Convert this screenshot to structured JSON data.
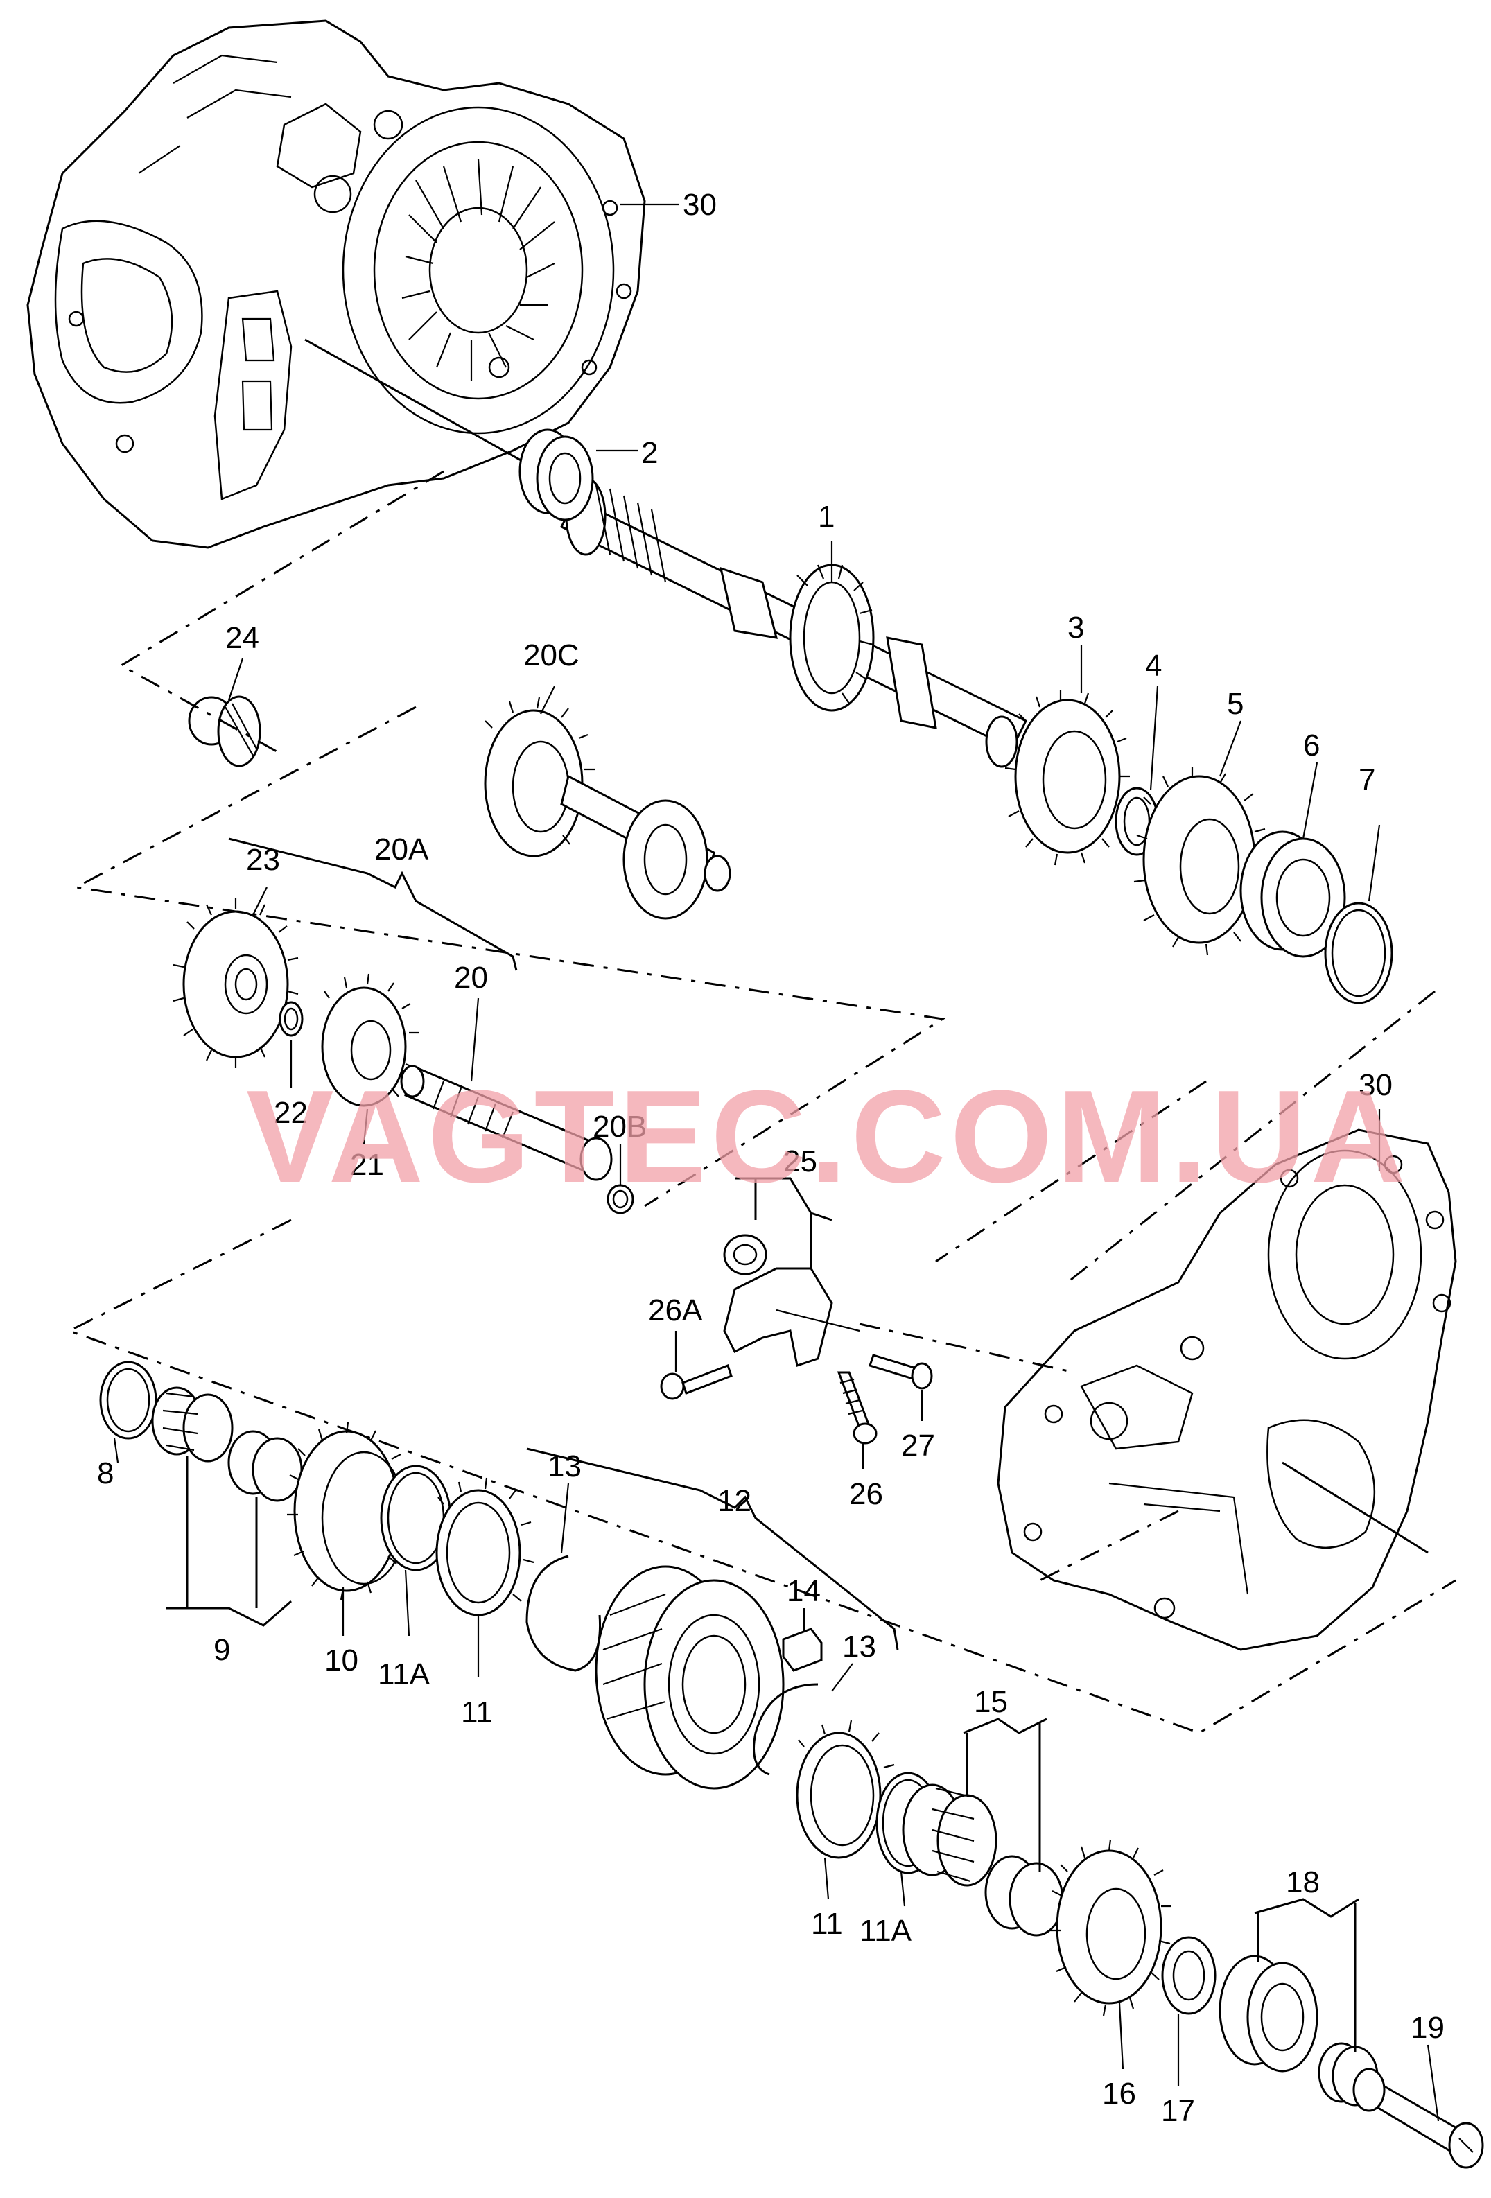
{
  "watermark": "VAGTEC.COM.UA",
  "callouts": {
    "c1": "1",
    "c2": "2",
    "c3": "3",
    "c4": "4",
    "c5": "5",
    "c6": "6",
    "c7": "7",
    "c8": "8",
    "c9": "9",
    "c10": "10",
    "c11a": "11",
    "c11b": "11",
    "c11Aa": "11A",
    "c11Ab": "11A",
    "c12": "12",
    "c13a": "13",
    "c13b": "13",
    "c14": "14",
    "c15": "15",
    "c16": "16",
    "c17": "17",
    "c18": "18",
    "c19": "19",
    "c20": "20",
    "c20A": "20A",
    "c20B": "20B",
    "c20C": "20C",
    "c21": "21",
    "c22": "22",
    "c23": "23",
    "c24": "24",
    "c25": "25",
    "c26": "26",
    "c26A": "26A",
    "c27": "27",
    "c30a": "30",
    "c30b": "30"
  }
}
